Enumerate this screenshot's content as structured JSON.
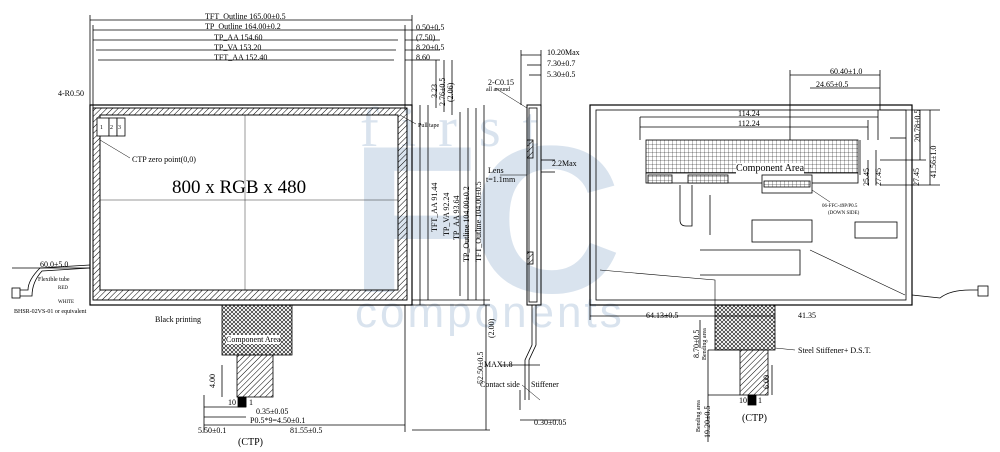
{
  "watermark": {
    "top": "first",
    "logo": "FC",
    "bottom": "components",
    "color": "#d9e3ee"
  },
  "front": {
    "tft_outline": "TFT_Outline 165.00±0.5",
    "tp_outline": "TP_Outline 164.00±0.2",
    "tp_aa": "TP_AA 154.60",
    "tp_va": "TP_VA 153.20",
    "tft_aa": "TFT_AA 152.40",
    "r_050": "0.50±0.5",
    "r_750": "(7.50)",
    "r_820": "8.20±0.5",
    "r_860": "8.60",
    "corner_radius": "4-R0.50",
    "v_323": "3.23",
    "v_276": "2.76±0.5",
    "v_206": "(2.06)",
    "pull_tape": "Pull tape",
    "ctp_zero": "CTP zero point(0,0)",
    "pin_labels": [
      "1",
      "2",
      "3"
    ],
    "resolution": "800 x RGB x 480",
    "v_tft_aa": "TFT_AA 91.44",
    "v_tp_va": "TP_VA 92.24",
    "v_tp_aa": "TP_AA 93.64",
    "v_tp_outline": "TP_Outline 104.00±0.2",
    "v_tft_outline": "TFT_Outline 104.00±0.5",
    "v_200": "(2.00)",
    "v_5250": "52.50±0.5",
    "black_printing": "Black printing",
    "component_area": "Component Area",
    "v_400": "4.00",
    "pin10": "10",
    "pin1": "1",
    "d_035": "0.35±0.05",
    "d_pitch": "P0.5*9=4.50±0.1",
    "d_550": "5.50±0.1",
    "d_8155": "81.55±0.5",
    "ctp_label": "(CTP)",
    "cable_len": "60.0±5.0",
    "flexible_tube": "Flexible tube",
    "wire_red": "RED",
    "wire_white": "WHITE",
    "connector": "BHSR-02VS-01  or equivalent"
  },
  "side": {
    "d_1020": "10.20Max",
    "d_730": "7.30±0.7",
    "d_530": "5.30±0.5",
    "chamfer": "2-C0.15",
    "all_around": "all around",
    "max22": "2.2Max",
    "lens": "Lens",
    "lens_t": "t=1.1mm",
    "max18": "MAX1.8",
    "contact_side": "Contact side",
    "stiffener": "Stiffener",
    "d_030": "0.30±0.05"
  },
  "back": {
    "d_6040": "60.40±1.0",
    "d_2465": "24.65±0.5",
    "d_11424": "114.24",
    "d_11224": "112.24",
    "d_2078": "20.78±0.5",
    "d_4156": "41.56±1.0",
    "d_2545": "25.45",
    "d_2745a": "27.45",
    "d_2745b": "27.45",
    "component_area": "Component Area",
    "fpc_label": "06-FFC-49P/P0.5",
    "down_side": "(DOWN SIDE)",
    "d_6413": "64.13±0.5",
    "d_4135": "41.35",
    "d_870": "8.70±0.5",
    "bending_area": "Bending area",
    "stiffener": "Steel Stiffener+ D.S.T.",
    "d_600": "6.00",
    "pin10": "10",
    "pin1": "1",
    "bending_area2": "Bending area",
    "d_1920": "19.20±0.5",
    "ctp_label": "(CTP)"
  }
}
